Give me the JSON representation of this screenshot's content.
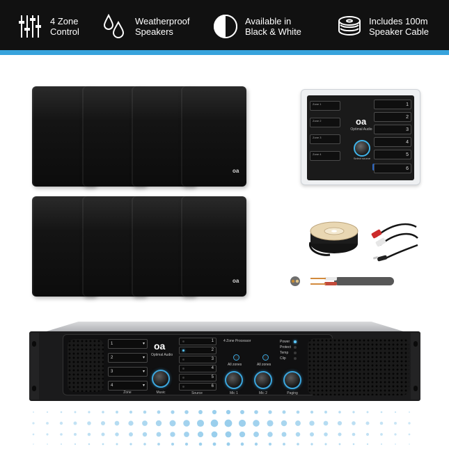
{
  "banner": {
    "features": [
      {
        "icon": "sliders-icon",
        "line1": "4 Zone",
        "line2": "Control"
      },
      {
        "icon": "water-drops-icon",
        "line1": "Weatherproof",
        "line2": "Speakers"
      },
      {
        "icon": "half-circle-icon",
        "line1": "Available in",
        "line2": "Black & White"
      },
      {
        "icon": "cable-reel-icon",
        "line1": "Includes 100m",
        "line2": "Speaker Cable"
      }
    ],
    "accent_color": "#37a3dc"
  },
  "controller": {
    "logo": "oa",
    "brand": "Optimal Audio",
    "select_label": "Select source",
    "zone_labels": [
      "Zone 1",
      "Zone 2",
      "Zone 3",
      "Zone 4"
    ],
    "source_numbers": [
      "1",
      "2",
      "3",
      "4",
      "5",
      "6"
    ],
    "badge": "OA"
  },
  "amplifier": {
    "logo": "oa",
    "brand": "Optimal Audio",
    "title": "4 Zone Processor",
    "zone_numbers": [
      "1",
      "2",
      "3",
      "4"
    ],
    "source_numbers": [
      "1",
      "2",
      "3",
      "4",
      "5",
      "6"
    ],
    "active_source": "2",
    "all_zones_1": "All zones",
    "all_zones_2": "All zones",
    "status": [
      "Power",
      "Protect",
      "Temp",
      "Clip"
    ],
    "knob_labels": {
      "zone": "Zone",
      "music": "Music",
      "source": "Source",
      "mic1": "Mic 1",
      "mic2": "Mic 2",
      "paging": "Paging"
    }
  },
  "speakers": {
    "count": 8,
    "color": "black",
    "logo": "oa"
  }
}
